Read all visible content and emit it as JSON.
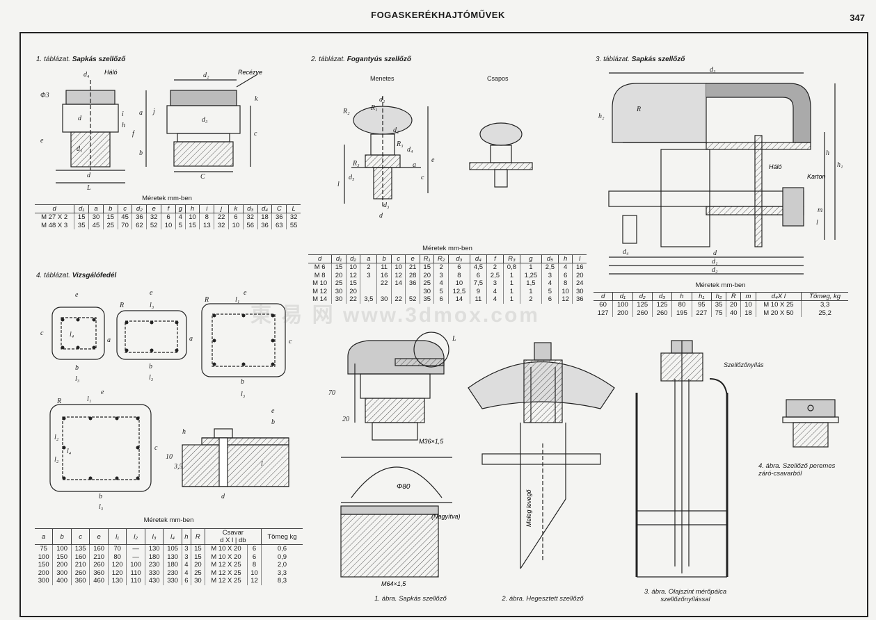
{
  "header": {
    "title": "FOGASKERÉKHAJTÓMŰVEK",
    "page": "347"
  },
  "sec1": {
    "num": "1. táblázat.",
    "name": "Sapkás szellőző"
  },
  "sec2": {
    "num": "2. táblázat.",
    "name": "Fogantyús szellőző",
    "sub_left": "Menetes",
    "sub_right": "Csapos"
  },
  "sec3": {
    "num": "3. táblázat.",
    "name": "Sapkás szellőző"
  },
  "sec4": {
    "num": "4. táblázat.",
    "name": "Vizsgálófedél"
  },
  "drawing_labels": {
    "halo": "Háló",
    "recezve": "Recézve",
    "halo3": "Háló",
    "karton": "Karton",
    "meleg": "Meleg levegő",
    "szellozonyilas": "Szellőzőnyílás",
    "nagyitva": "(Nagyítva)",
    "m36": "M36×1,5",
    "m64": "M64×1,5",
    "phi80": "Φ80"
  },
  "meretek": "Méretek mm-ben",
  "table1": {
    "headers": [
      "d",
      "d₁",
      "a",
      "b",
      "c",
      "d₂",
      "e",
      "f",
      "g",
      "h",
      "i",
      "j",
      "k",
      "d₃",
      "d₄",
      "C",
      "L"
    ],
    "rows": [
      [
        "M 27 X 2",
        "15",
        "30",
        "15",
        "45",
        "36",
        "32",
        "6",
        "4",
        "10",
        "8",
        "22",
        "6",
        "32",
        "18",
        "36",
        "32"
      ],
      [
        "M 48 X 3",
        "35",
        "45",
        "25",
        "70",
        "62",
        "52",
        "10",
        "5",
        "15",
        "13",
        "32",
        "10",
        "56",
        "36",
        "63",
        "55"
      ]
    ]
  },
  "table2": {
    "headers": [
      "d",
      "d₁",
      "d₂",
      "a",
      "b",
      "c",
      "e",
      "R₁",
      "R₂",
      "d₃",
      "d₄",
      "f",
      "R₃",
      "g",
      "d₅",
      "h",
      "l"
    ],
    "rows": [
      [
        "M 6",
        "15",
        "10",
        "2",
        "11",
        "10",
        "21",
        "15",
        "2",
        "6",
        "4,5",
        "2",
        "0,8",
        "1",
        "2,5",
        "4",
        "16"
      ],
      [
        "M 8",
        "20",
        "12",
        "3",
        "16",
        "12",
        "28",
        "20",
        "3",
        "8",
        "6",
        "2,5",
        "1",
        "1,25",
        "3",
        "6",
        "20"
      ],
      [
        "M 10",
        "25",
        "15",
        "",
        "22",
        "14",
        "36",
        "25",
        "4",
        "10",
        "7,5",
        "3",
        "1",
        "1,5",
        "4",
        "8",
        "24"
      ],
      [
        "M 12",
        "30",
        "20",
        "",
        "",
        "",
        "",
        "30",
        "5",
        "12,5",
        "9",
        "4",
        "1",
        "1",
        "5",
        "10",
        "30"
      ],
      [
        "M 14",
        "30",
        "22",
        "3,5",
        "30",
        "22",
        "52",
        "35",
        "6",
        "14",
        "11",
        "4",
        "1",
        "2",
        "6",
        "12",
        "36"
      ]
    ]
  },
  "table3": {
    "headers": [
      "d",
      "d₁",
      "d₂",
      "d₃",
      "h",
      "h₁",
      "h₂",
      "R",
      "m",
      "d₄X l",
      "Tömeg, kg"
    ],
    "rows": [
      [
        "60",
        "100",
        "125",
        "125",
        "80",
        "95",
        "35",
        "20",
        "10",
        "M 10 X 25",
        "3,3"
      ],
      [
        "127",
        "200",
        "260",
        "260",
        "195",
        "227",
        "75",
        "40",
        "18",
        "M 20 X 50",
        "25,2"
      ]
    ]
  },
  "table4": {
    "headers": [
      "a",
      "b",
      "c",
      "e",
      "l₁",
      "l₂",
      "l₃",
      "l₄",
      "h",
      "R"
    ],
    "csavar": "Csavar",
    "csavar_sub": [
      "d X l",
      "db"
    ],
    "tomeg": "Tömeg kg",
    "rows": [
      [
        "75",
        "100",
        "135",
        "160",
        "70",
        "—",
        "130",
        "105",
        "3",
        "15",
        "M 10 X 20",
        "6",
        "0,6"
      ],
      [
        "100",
        "150",
        "160",
        "210",
        "80",
        "—",
        "180",
        "130",
        "3",
        "15",
        "M 10 X 20",
        "6",
        "0,9"
      ],
      [
        "150",
        "200",
        "210",
        "260",
        "120",
        "100",
        "230",
        "180",
        "4",
        "20",
        "M 12 X 25",
        "8",
        "2,0"
      ],
      [
        "200",
        "300",
        "260",
        "360",
        "120",
        "110",
        "330",
        "230",
        "4",
        "25",
        "M 12 X 25",
        "10",
        "3,3"
      ],
      [
        "300",
        "400",
        "360",
        "460",
        "130",
        "110",
        "430",
        "330",
        "6",
        "30",
        "M 12 X 25",
        "12",
        "8,3"
      ]
    ]
  },
  "figures": {
    "f1": "1. ábra. Sapkás szellőző",
    "f2": "2. ábra. Hegesztett szellőző",
    "f3": "3. ábra. Olajszint mérőpálca szellőzőnyílással",
    "f4": "4. ábra. Szellőző peremes záró-csavarból"
  },
  "watermark": "東 易 网 www.3dmox.com"
}
